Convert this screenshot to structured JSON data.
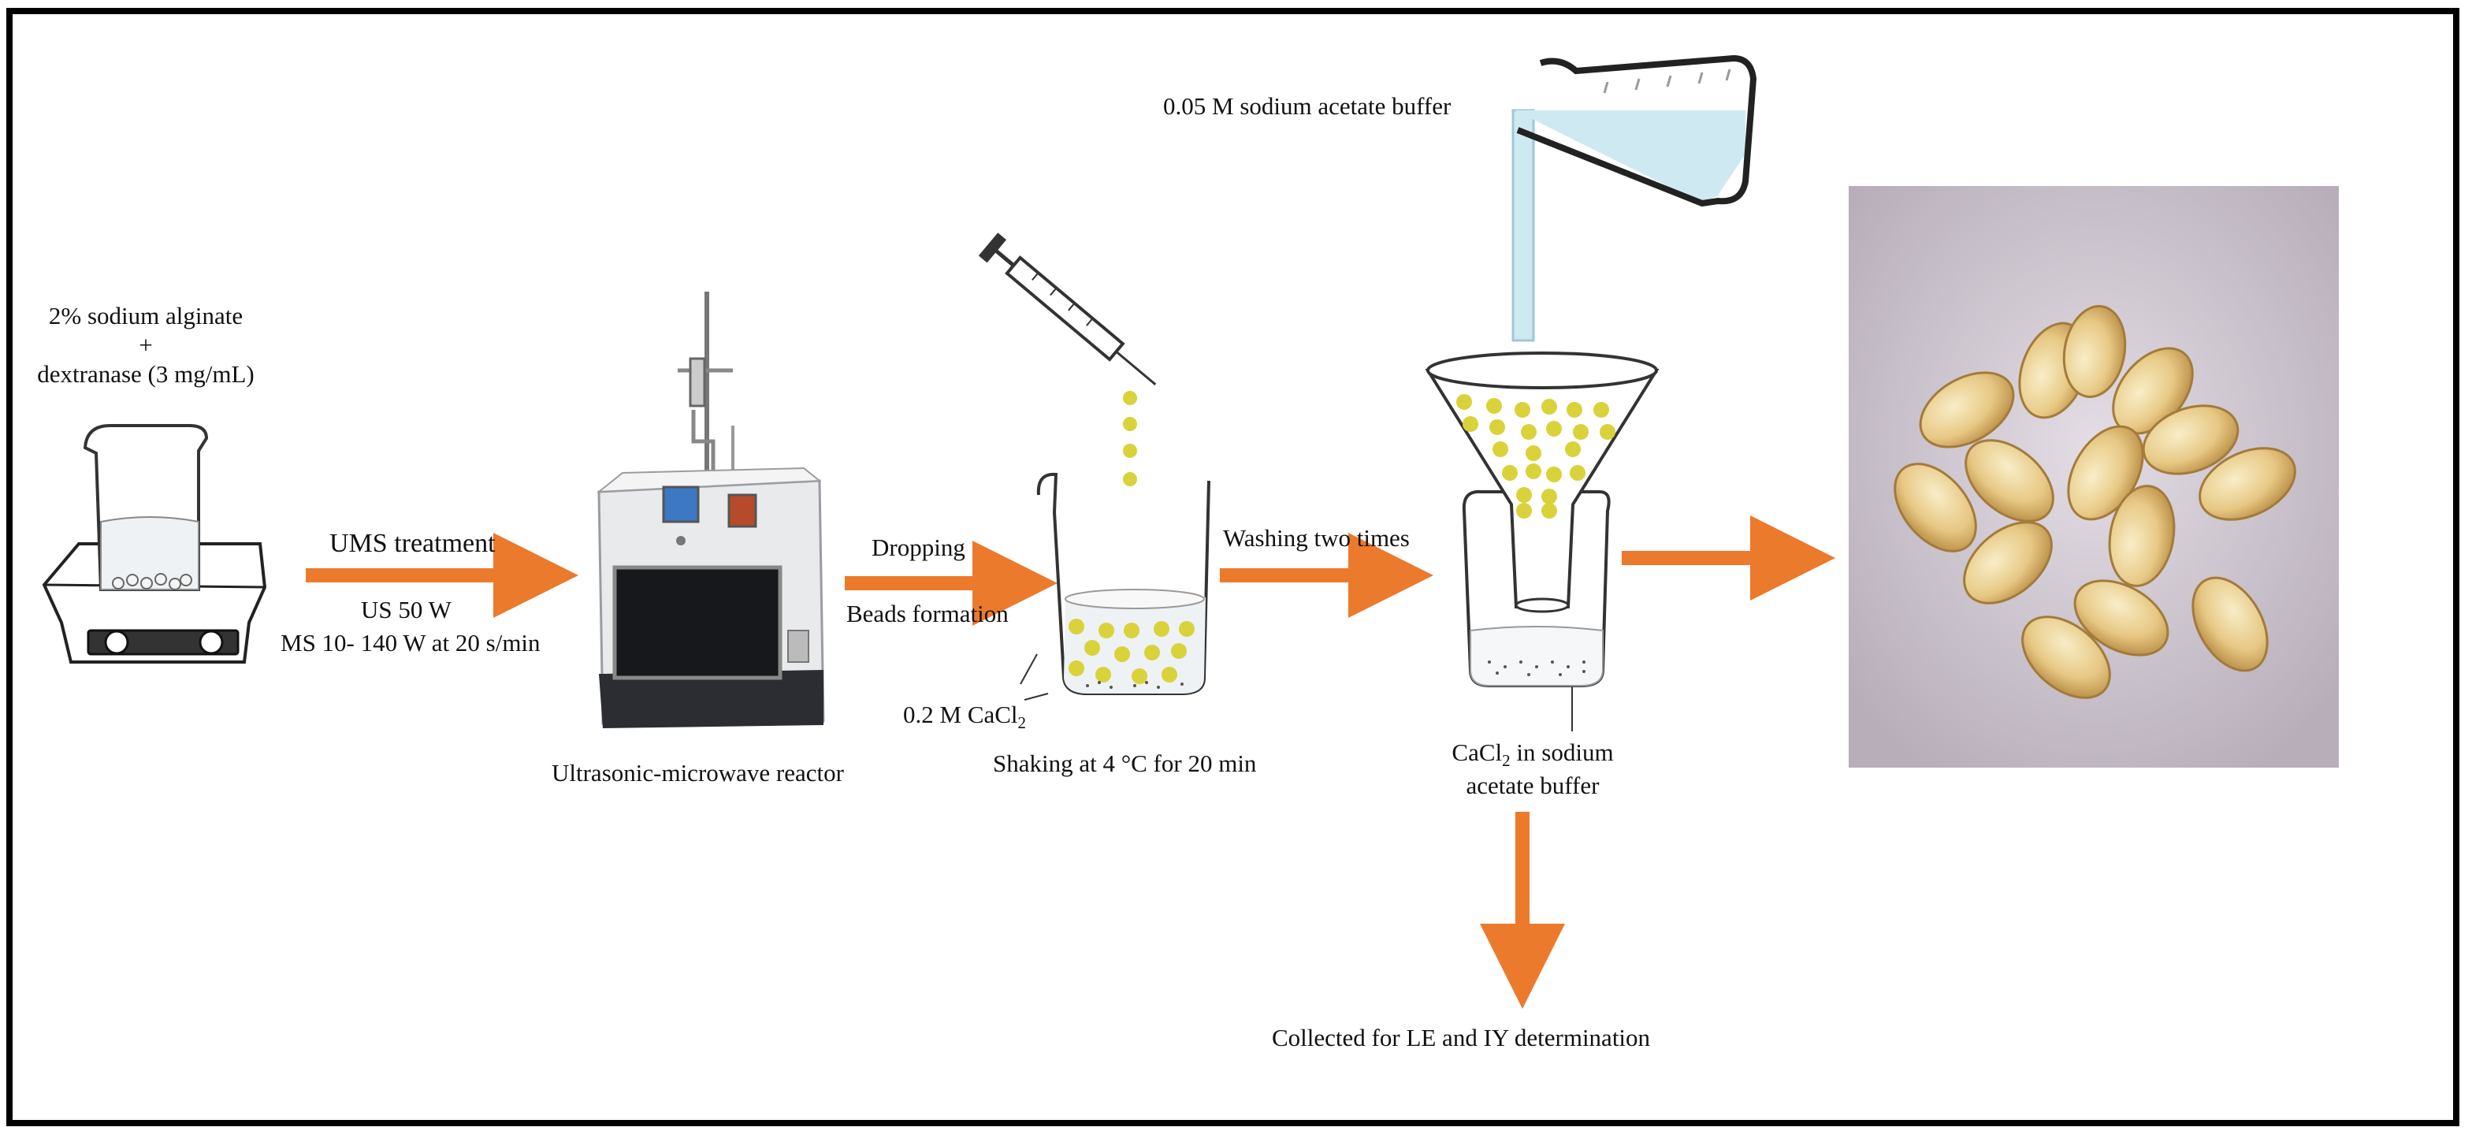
{
  "step1": {
    "line1": "2% sodium alginate",
    "line2": "+",
    "line3": "dextranase (3 mg/mL)"
  },
  "arrow1": {
    "label": "UMS treatment",
    "sub1": "US 50 W",
    "sub2": "MS 10- 140 W at 20 s/min"
  },
  "reactor": {
    "label": "Ultrasonic-microwave reactor"
  },
  "arrow2": {
    "label_top": "Dropping",
    "label_bottom": "Beads formation"
  },
  "beaker": {
    "cacl2_prefix": "0.2 M CaCl",
    "cacl2_sub": "2",
    "shaking": "Shaking at 4 °C for 20 min"
  },
  "arrow3": {
    "label": "Washing two times"
  },
  "buffer": {
    "label": "0.05 M sodium acetate buffer"
  },
  "funnel": {
    "label_prefix": "CaCl",
    "label_sub": "2",
    "label_suffix": " in sodium",
    "label_line2": "acetate buffer"
  },
  "collected": {
    "label": "Collected for LE and IY determination"
  },
  "colors": {
    "arrow": "#ec7a2c",
    "bead": "#d9d23a",
    "liquid": "#cfe9f2"
  }
}
